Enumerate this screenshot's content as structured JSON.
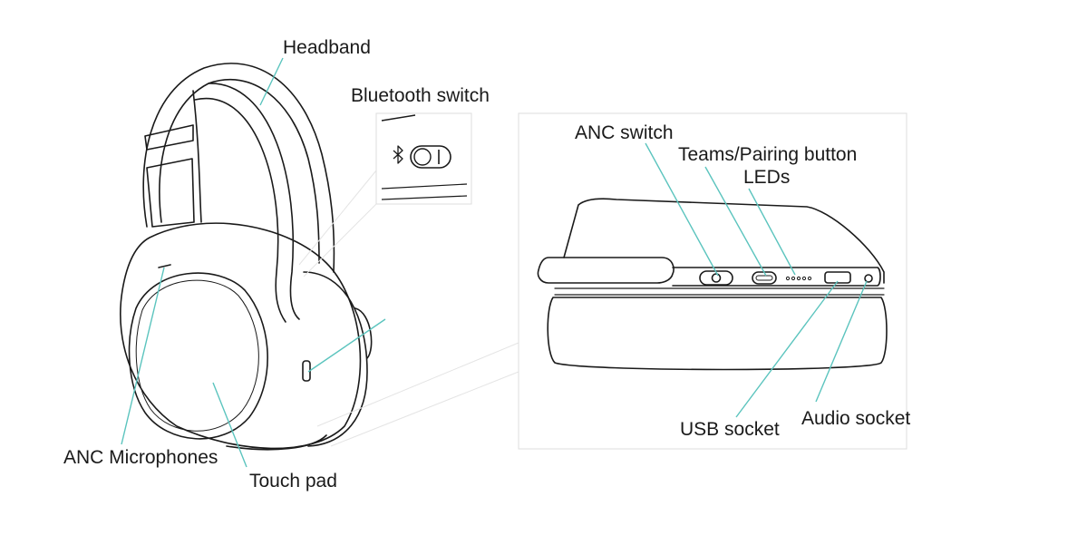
{
  "labels": {
    "headband": "Headband",
    "bluetooth_switch": "Bluetooth switch",
    "anc_switch": "ANC switch",
    "teams_pairing_button": "Teams/Pairing button",
    "leds": "LEDs",
    "usb_socket": "USB socket",
    "audio_socket": "Audio socket",
    "anc_microphones": "ANC Microphones",
    "touch_pad": "Touch pad"
  },
  "colors": {
    "leader_line": "#5bc4be",
    "outline": "#1a1a1a",
    "inset_border": "#dddddd"
  },
  "icons": {
    "bluetooth": "bluetooth-icon"
  }
}
